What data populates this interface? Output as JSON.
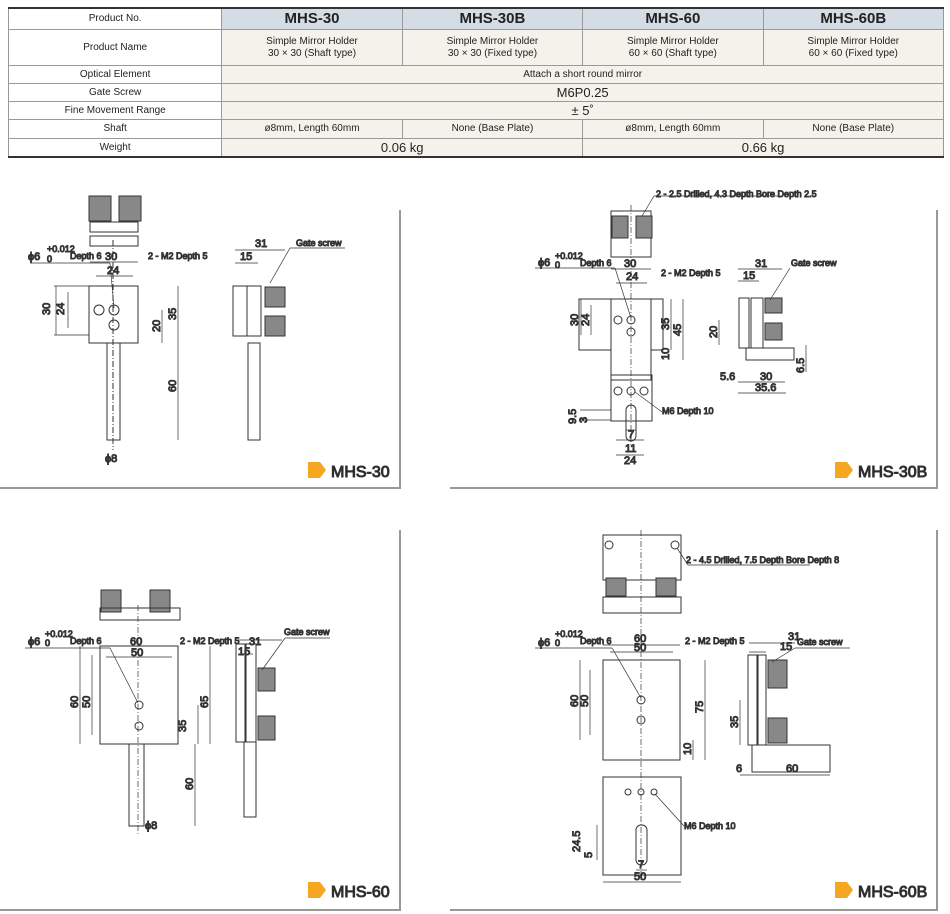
{
  "table": {
    "headers": {
      "label": "Product No.",
      "cols": [
        "MHS-30",
        "MHS-30B",
        "MHS-60",
        "MHS-60B"
      ]
    },
    "product_name": {
      "label": "Product Name",
      "values": [
        [
          "Simple Mirror Holder",
          "30 × 30 (Shaft type)"
        ],
        [
          "Simple Mirror Holder",
          "30 × 30 (Fixed type)"
        ],
        [
          "Simple Mirror Holder",
          "60 × 60 (Shaft type)"
        ],
        [
          "Simple Mirror Holder",
          "60 × 60 (Fixed type)"
        ]
      ]
    },
    "optical_element": {
      "label": "Optical Element",
      "value": "Attach a short round mirror"
    },
    "gate_screw": {
      "label": "Gate Screw",
      "value": "M6P0.25"
    },
    "fine_movement": {
      "label": "Fine Movement Range",
      "value": "± 5˚"
    },
    "shaft": {
      "label": "Shaft",
      "values": [
        "ø8mm, Length 60mm",
        "None (Base Plate)",
        "ø8mm, Length 60mm",
        "None (Base Plate)"
      ]
    },
    "weight": {
      "label": "Weight",
      "values": [
        "0.06 kg",
        "0.66 kg"
      ]
    }
  },
  "panels": {
    "mhs30": {
      "tag": "MHS-30",
      "phi": "ϕ6",
      "tol_plus": "+0.012",
      "tol_zero": "0",
      "depth6": "Depth 6",
      "m2": "2 - M2 Depth 5",
      "gate": "Gate screw",
      "dims": [
        "30",
        "24",
        "30",
        "24",
        "20",
        "35",
        "60",
        "ϕ8",
        "31",
        "15"
      ]
    },
    "mhs30b": {
      "tag": "MHS-30B",
      "drilled": "2 - 2.5 Drilled, 4.3 Depth Bore Depth 2.5",
      "phi": "ϕ6",
      "tol_plus": "+0.012",
      "tol_zero": "0",
      "depth6": "Depth 6",
      "m2": "2 - M2 Depth 5",
      "gate": "Gate screw",
      "m6": "M6 Depth 10",
      "dims": [
        "30",
        "24",
        "30",
        "24",
        "35",
        "45",
        "10",
        "9.5",
        "3",
        "7",
        "11",
        "24",
        "31",
        "15",
        "20",
        "5.6",
        "30",
        "35.6",
        "6.5"
      ]
    },
    "mhs60": {
      "tag": "MHS-60",
      "phi": "ϕ6",
      "tol_plus": "+0.012",
      "tol_zero": "0",
      "depth6": "Depth 6",
      "m2": "2 - M2 Depth 5",
      "gate": "Gate screw",
      "dims": [
        "60",
        "50",
        "60",
        "50",
        "35",
        "65",
        "60",
        "ϕ8",
        "31",
        "15"
      ]
    },
    "mhs60b": {
      "tag": "MHS-60B",
      "drilled": "2 - 4.5 Drilled, 7.5 Depth Bore Depth 8",
      "phi": "ϕ6",
      "tol_plus": "+0.012",
      "tol_zero": "0",
      "depth6": "Depth 6",
      "m2": "2 - M2 Depth 5",
      "gate": "Gate screw",
      "m6": "M6 Depth 10",
      "dims": [
        "60",
        "50",
        "60",
        "50",
        "75",
        "10",
        "24.5",
        "5",
        "7",
        "50",
        "31",
        "15",
        "35",
        "6",
        "60"
      ]
    }
  },
  "colors": {
    "header_bg": "#d4dde6",
    "cell_bg": "#f4f2ea",
    "tag_arrow": "#f5a623"
  }
}
